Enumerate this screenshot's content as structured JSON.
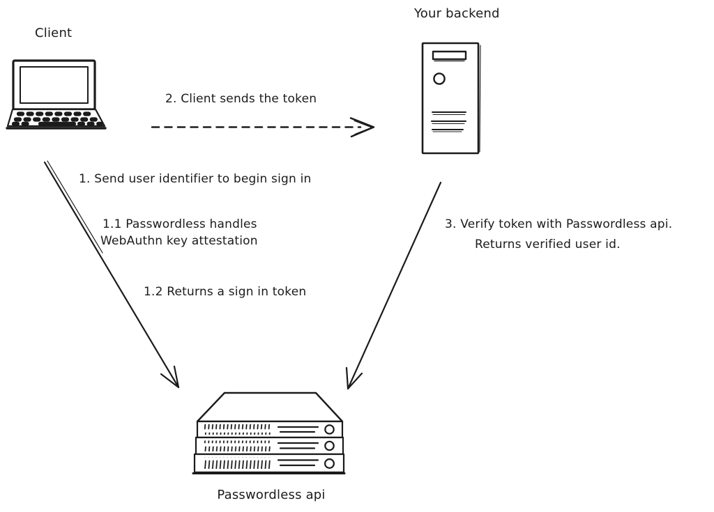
{
  "colors": {
    "stroke": "#1b1b1b",
    "background": "#ffffff"
  },
  "nodes": {
    "client": {
      "label": "Client",
      "icon": "laptop-icon"
    },
    "backend": {
      "label": "Your backend",
      "icon": "server-tower-icon"
    },
    "passwordless": {
      "label": "Passwordless api",
      "icon": "server-rack-icon"
    }
  },
  "flows": {
    "step1": {
      "label": "1. Send user identifier to begin sign in",
      "from": "Client",
      "to": "Passwordless api",
      "style": "solid-arrow"
    },
    "step1_1": {
      "line1": "1.1 Passwordless handles",
      "line2": "WebAuthn key attestation"
    },
    "step1_2": {
      "label": "1.2 Returns a sign in token"
    },
    "step2": {
      "label": "2. Client sends the token",
      "from": "Client",
      "to": "Your backend",
      "style": "dashed-arrow"
    },
    "step3": {
      "line1": "3. Verify token with Passwordless api.",
      "line2": "Returns verified user id.",
      "from": "Your backend",
      "to": "Passwordless api",
      "style": "solid-arrow"
    }
  }
}
